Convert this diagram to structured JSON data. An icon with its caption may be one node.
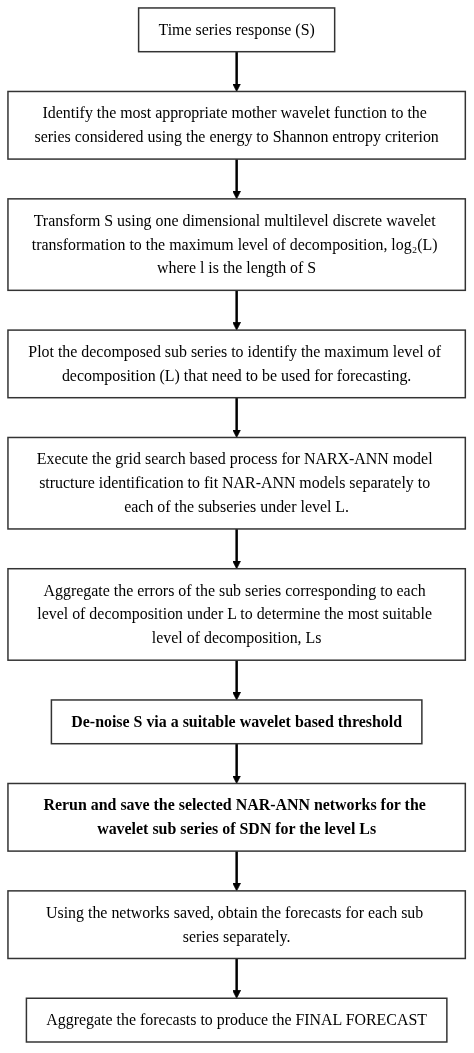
{
  "diagram": {
    "nodes": [
      {
        "text": [
          "Time series response (S)"
        ]
      },
      {
        "text": [
          "Identify the most appropriate mother wavelet function to the series considered using the energy to Shannon entropy criterion"
        ]
      },
      {
        "text": [
          "Transform S using one dimensional multilevel discrete wavelet transformation to the maximum level of decomposition, log₂(L) where l is the length of S"
        ]
      },
      {
        "text": [
          "Plot the decomposed sub series to identify the maximum level of decomposition (L) that need to be used for forecasting."
        ]
      },
      {
        "text": [
          "Execute the grid search based process for NARX-ANN model structure identification to fit NAR-ANN models separately to each of the subseries under level L."
        ]
      },
      {
        "text": [
          "Aggregate the errors of the sub series corresponding to each level of decomposition under L to determine the most suitable level of decomposition, Ls"
        ]
      },
      {
        "text": [
          "De-noise S via a suitable wavelet based threshold"
        ]
      },
      {
        "text": [
          "Rerun and save the selected NAR-ANN networks for the wavelet sub series of SDN for the level Ls"
        ]
      },
      {
        "text": [
          "Using the networks saved, obtain the forecasts for each sub series separately."
        ]
      },
      {
        "text": [
          "Aggregate the forecasts to produce the FINAL FORECAST"
        ]
      }
    ],
    "edges": [
      {
        "from": 0,
        "to": 1,
        "arrow": "to"
      },
      {
        "from": 1,
        "to": 2,
        "arrow": "to"
      },
      {
        "from": 2,
        "to": 3,
        "arrow": "to"
      },
      {
        "from": 3,
        "to": 4,
        "arrow": "to"
      },
      {
        "from": 4,
        "to": 5,
        "arrow": "to"
      },
      {
        "from": 5,
        "to": 6,
        "arrow": "to"
      },
      {
        "from": 6,
        "to": 7,
        "arrow": "to"
      },
      {
        "from": 7,
        "to": 8,
        "arrow": "to"
      },
      {
        "from": 8,
        "to": 9,
        "arrow": "to"
      }
    ]
  }
}
